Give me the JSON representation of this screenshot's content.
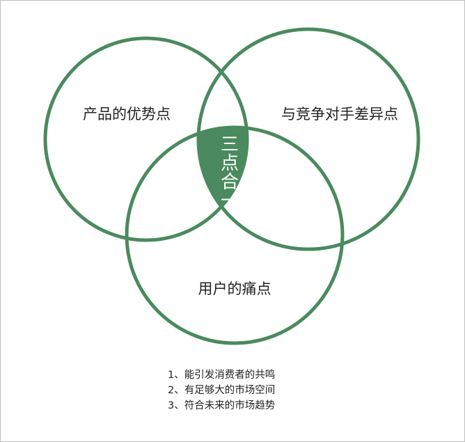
{
  "diagram": {
    "colors": {
      "circle_stroke": "#4a8a5e",
      "overlap_fill": "#4a8a5e",
      "text": "#222222",
      "center_text": "#ffffff"
    },
    "circles": [
      {
        "label": "产品的优势点"
      },
      {
        "label": "与竞争对手差异点"
      },
      {
        "label": "用户的痛点"
      }
    ],
    "center_label": [
      "三",
      "点",
      "合",
      "一"
    ]
  },
  "notes": [
    "1、能引发消费者的共鸣",
    "2、有足够大的市场空间",
    "3、符合未来的市场趋势"
  ]
}
